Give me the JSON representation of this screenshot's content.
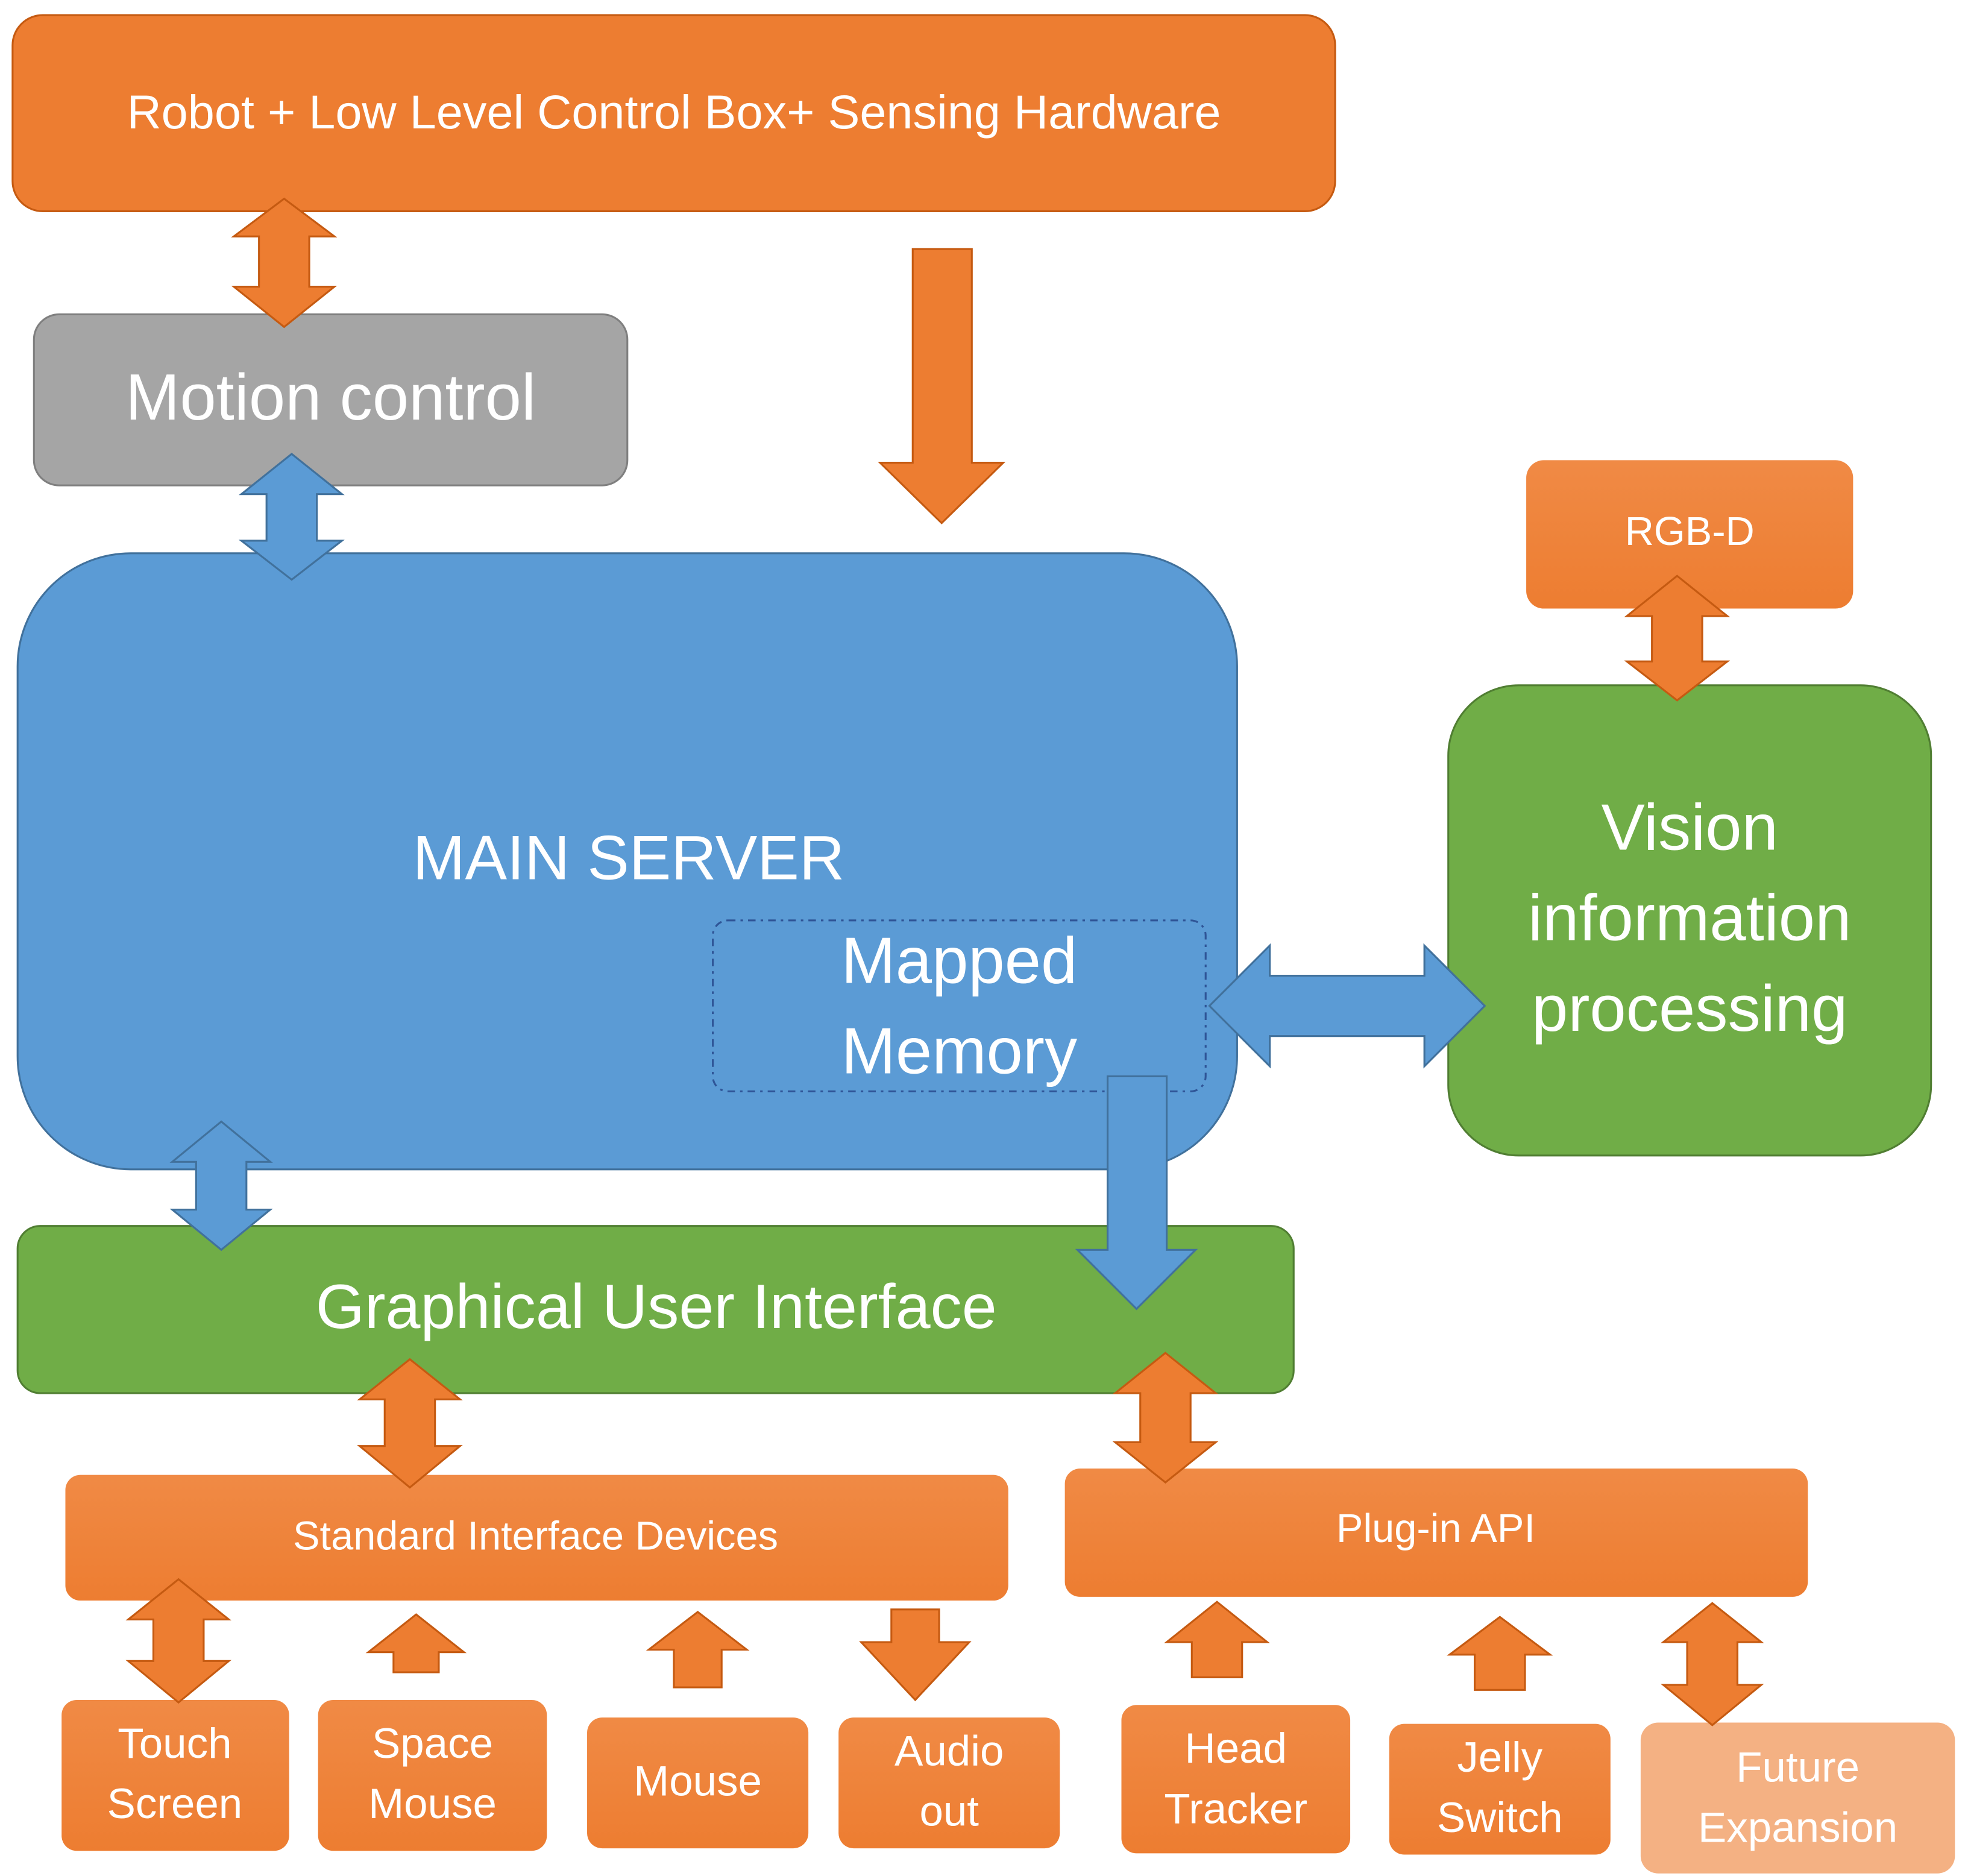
{
  "colors": {
    "orange": "#ED7D31",
    "orange_light": "#F4B183",
    "blue": "#5B9BD5",
    "green": "#70AD47",
    "gray": "#A5A5A5",
    "text": "#FFFFFF"
  },
  "boxes": {
    "robot": "Robot + Low Level Control Box+ Sensing Hardware",
    "motion_control": "Motion control",
    "main_server": "MAIN SERVER",
    "mapped_memory": [
      "Mapped",
      "Memory"
    ],
    "rgbd": "RGB-D",
    "vision": [
      "Vision",
      "information",
      "processing"
    ],
    "gui": "Graphical User Interface",
    "standard_devices": "Standard Interface Devices",
    "plugin_api": "Plug-in API"
  },
  "devices": {
    "touch_screen": [
      "Touch",
      "Screen"
    ],
    "space_mouse": [
      "Space",
      "Mouse"
    ],
    "mouse": "Mouse",
    "audio_out": [
      "Audio",
      "out"
    ],
    "head_tracker": [
      "Head",
      "Tracker"
    ],
    "jelly_switch": [
      "Jelly",
      "Switch"
    ],
    "future_expansion": [
      "Future",
      "Expansion"
    ]
  },
  "icons": {
    "double_arrow": "double-arrow-icon",
    "down_arrow": "down-arrow-icon",
    "up_arrow": "up-arrow-icon"
  }
}
